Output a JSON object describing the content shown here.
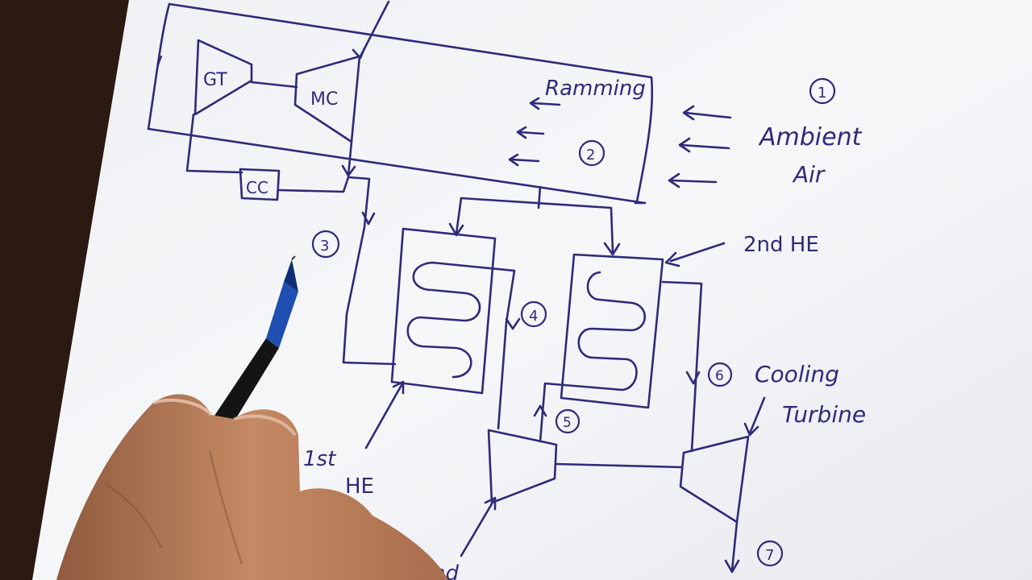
{
  "diagram": {
    "labels": {
      "gt": "GT",
      "mc": "MC",
      "cc": "CC",
      "ramming": "Ramming",
      "ambient_line1": "Ambient",
      "ambient_line2": "Air",
      "second_he": "2nd HE",
      "first_he_line1": "1st",
      "first_he_line2": "HE",
      "cooling_line1": "Cooling",
      "cooling_line2": "Turbine",
      "partial_bottom": "nd"
    },
    "state_points": [
      "1",
      "2",
      "3",
      "4",
      "5",
      "6",
      "7",
      "5"
    ]
  },
  "colors": {
    "ink": "#2f2a7a",
    "paper": "#f4f5f7",
    "background": "#2a1a12",
    "pen_body": "#141414",
    "pen_cap": "#1f4fb0",
    "hand": "#b87a56"
  }
}
